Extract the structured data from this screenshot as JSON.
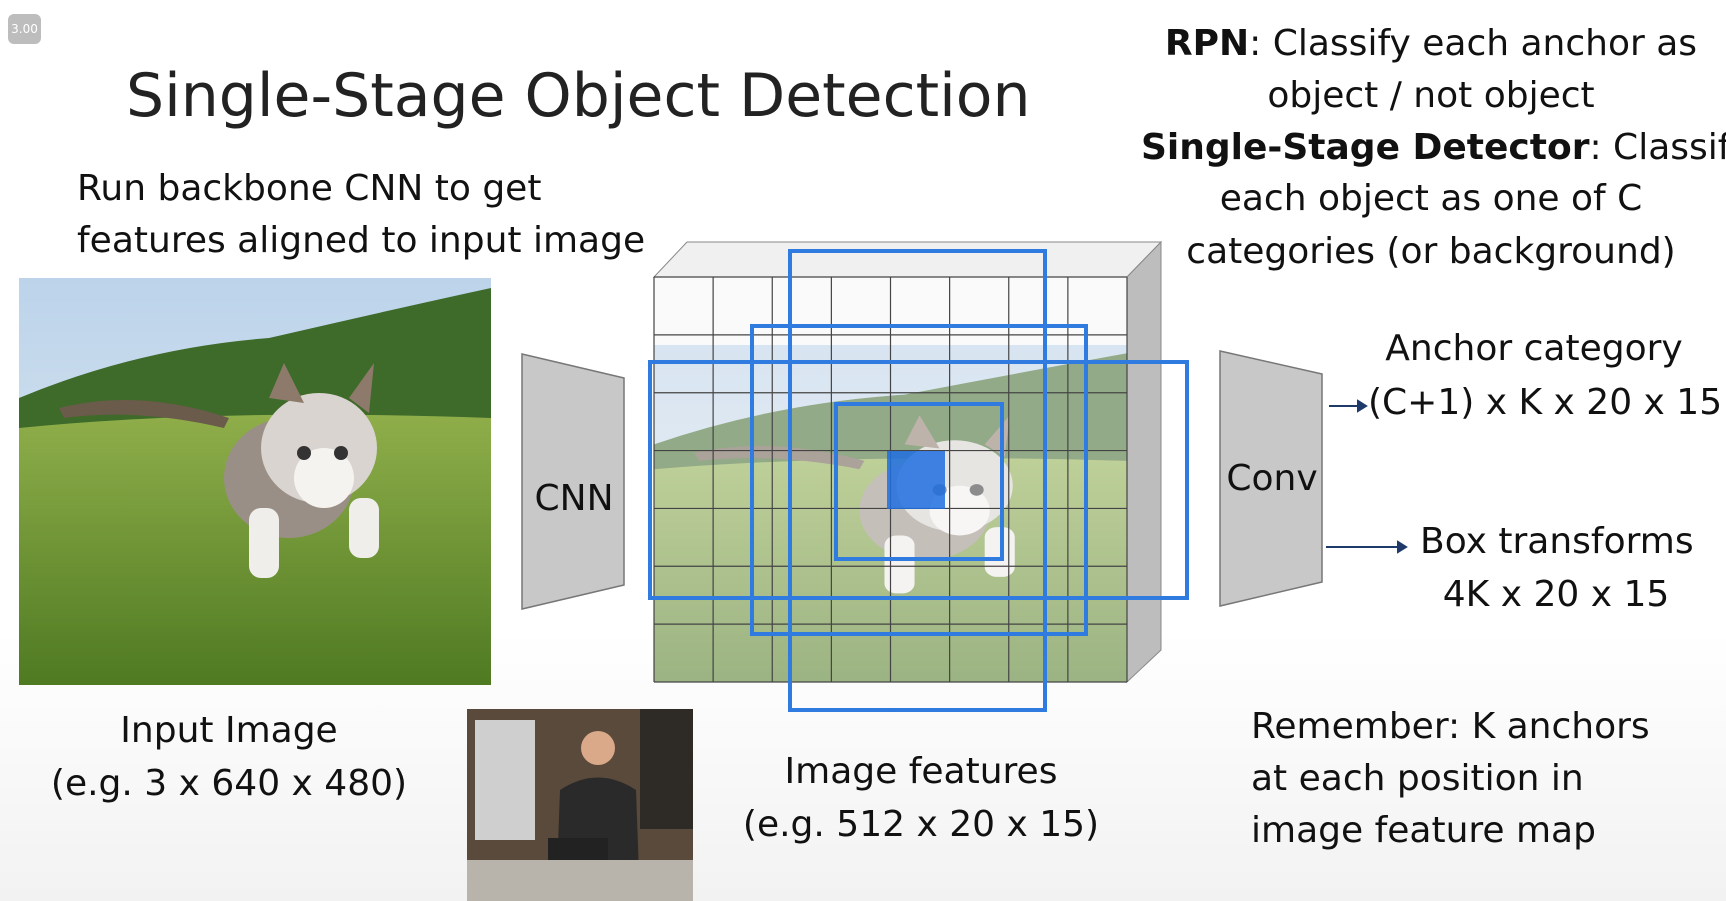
{
  "player": {
    "speed_badge": "3.00"
  },
  "slide": {
    "title": "Single-Stage Object Detection",
    "backbone_text": [
      "Run backbone CNN to get",
      "features aligned to input image"
    ],
    "rpn_text": {
      "rpn_label": "RPN",
      "rpn_desc": ": Classify each anchor as",
      "line2": "object / not object",
      "ssd_label": "Single-Stage Detector",
      "ssd_desc": ": Classify",
      "line4": "each object as one of C",
      "line5": "categories (or background)"
    },
    "cnn_label": "CNN",
    "conv_label": "Conv",
    "anchor_category": [
      "Anchor category",
      "(C+1) x K x 20 x 15"
    ],
    "box_transforms": [
      "Box transforms",
      "4K x 20 x 15"
    ],
    "input_image": [
      "Input Image",
      "(e.g. 3 x 640 x 480)"
    ],
    "image_features": [
      "Image features",
      "(e.g. 512 x 20 x 15)"
    ],
    "remember": [
      "Remember: K anchors",
      "at each position in",
      "image feature map"
    ],
    "colors": {
      "box_blue": "#2f7be0",
      "fill_blue": "#1f6fe0",
      "block_gray": "#c8c8c8"
    }
  }
}
